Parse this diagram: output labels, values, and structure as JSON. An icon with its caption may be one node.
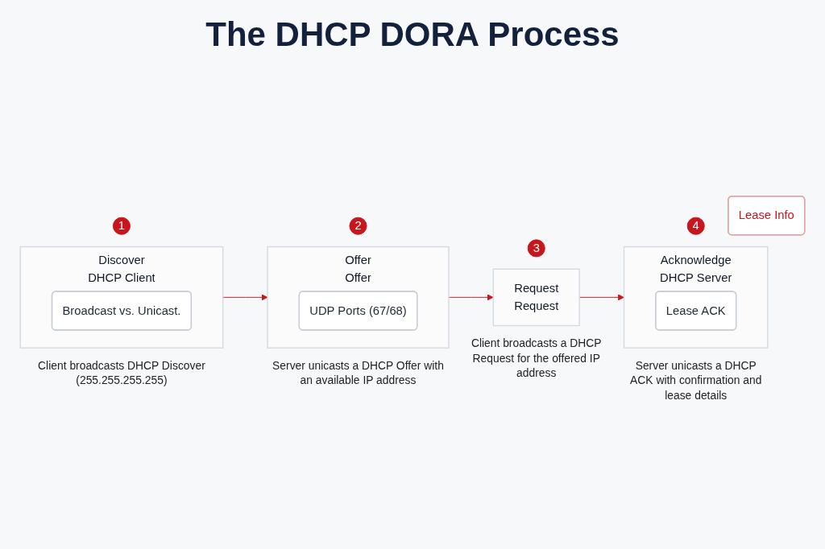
{
  "diagram": {
    "title": "The DHCP DORA Process",
    "nodes": [
      {
        "text": [
          "1"
        ]
      },
      {
        "text": [
          "Discover",
          "DHCP Client"
        ],
        "beside": [
          "Client broadcasts DHCP Discover (255.255.255.255)"
        ]
      },
      {
        "text": [
          "Broadcast vs. Unicast."
        ],
        "in": 1
      },
      {
        "text": [
          "2"
        ]
      },
      {
        "text": [
          "Offer",
          "Offer"
        ],
        "beside": [
          "Server unicasts a DHCP Offer with an available IP address"
        ]
      },
      {
        "text": [
          "UDP Ports (67/68)"
        ],
        "in": 4
      },
      {
        "text": [
          "3"
        ]
      },
      {
        "text": [
          "Request",
          "Request"
        ],
        "beside": [
          "Client broadcasts a DHCP Request for the offered IP address"
        ]
      },
      {
        "text": [
          "4"
        ]
      },
      {
        "text": [
          "Lease Info"
        ]
      },
      {
        "text": [
          "Acknowledge",
          "DHCP Server"
        ],
        "beside": [
          "Server unicasts a DHCP ACK with confirmation and lease details"
        ]
      },
      {
        "text": [
          "Lease ACK"
        ],
        "in": 10
      }
    ],
    "edges": [
      {
        "from": 1,
        "to": 4,
        "arrow": "to"
      },
      {
        "from": 4,
        "to": 7,
        "arrow": "to"
      },
      {
        "from": 7,
        "to": 10,
        "arrow": "to"
      }
    ]
  }
}
